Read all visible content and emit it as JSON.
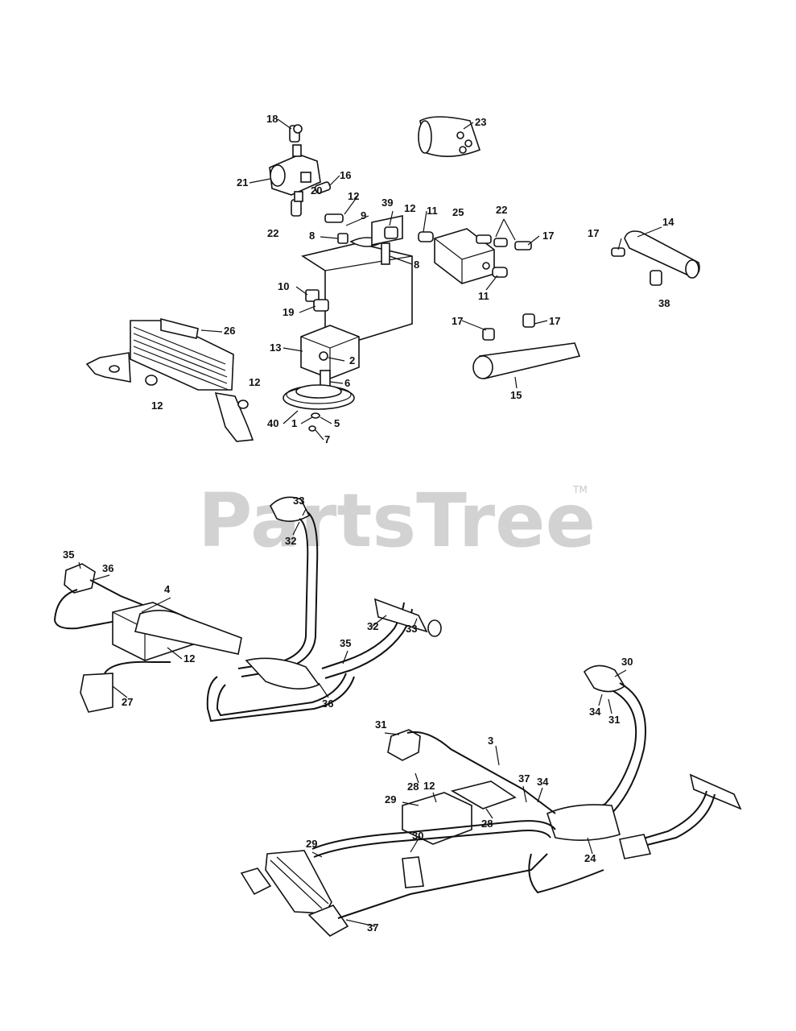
{
  "watermark": {
    "text": "PartsTree",
    "tm": "TM"
  },
  "callouts": [
    {
      "id": "c18",
      "label": "18"
    },
    {
      "id": "c23",
      "label": "23"
    },
    {
      "id": "c21",
      "label": "21"
    },
    {
      "id": "c20",
      "label": "20"
    },
    {
      "id": "c16",
      "label": "16"
    },
    {
      "id": "c12a",
      "label": "12"
    },
    {
      "id": "c39",
      "label": "39"
    },
    {
      "id": "c12b",
      "label": "12"
    },
    {
      "id": "c11a",
      "label": "11"
    },
    {
      "id": "c25",
      "label": "25"
    },
    {
      "id": "c22a",
      "label": "22"
    },
    {
      "id": "c22b",
      "label": "22"
    },
    {
      "id": "c9",
      "label": "9"
    },
    {
      "id": "c8a",
      "label": "8"
    },
    {
      "id": "c8b",
      "label": "8"
    },
    {
      "id": "c17a",
      "label": "17"
    },
    {
      "id": "c14",
      "label": "14"
    },
    {
      "id": "c17b",
      "label": "17"
    },
    {
      "id": "c11b",
      "label": "11"
    },
    {
      "id": "c10",
      "label": "10"
    },
    {
      "id": "c38",
      "label": "38"
    },
    {
      "id": "c19",
      "label": "19"
    },
    {
      "id": "c17c",
      "label": "17"
    },
    {
      "id": "c17d",
      "label": "17"
    },
    {
      "id": "c26",
      "label": "26"
    },
    {
      "id": "c13",
      "label": "13"
    },
    {
      "id": "c2",
      "label": "2"
    },
    {
      "id": "c6",
      "label": "6"
    },
    {
      "id": "c15",
      "label": "15"
    },
    {
      "id": "c12c",
      "label": "12"
    },
    {
      "id": "c12d",
      "label": "12"
    },
    {
      "id": "c40",
      "label": "40"
    },
    {
      "id": "c1",
      "label": "1"
    },
    {
      "id": "c5",
      "label": "5"
    },
    {
      "id": "c7",
      "label": "7"
    },
    {
      "id": "c33a",
      "label": "33"
    },
    {
      "id": "c32a",
      "label": "32"
    },
    {
      "id": "c35a",
      "label": "35"
    },
    {
      "id": "c36a",
      "label": "36"
    },
    {
      "id": "c4",
      "label": "4"
    },
    {
      "id": "c32b",
      "label": "32"
    },
    {
      "id": "c33b",
      "label": "33"
    },
    {
      "id": "c12e",
      "label": "12"
    },
    {
      "id": "c35b",
      "label": "35"
    },
    {
      "id": "c27",
      "label": "27"
    },
    {
      "id": "c36b",
      "label": "36"
    },
    {
      "id": "c30a",
      "label": "30"
    },
    {
      "id": "c34a",
      "label": "34"
    },
    {
      "id": "c31a",
      "label": "31"
    },
    {
      "id": "c31b",
      "label": "31"
    },
    {
      "id": "c3",
      "label": "3"
    },
    {
      "id": "c28a",
      "label": "28"
    },
    {
      "id": "c37a",
      "label": "37"
    },
    {
      "id": "c34b",
      "label": "34"
    },
    {
      "id": "c29a",
      "label": "29"
    },
    {
      "id": "c12f",
      "label": "12"
    },
    {
      "id": "c28b",
      "label": "28"
    },
    {
      "id": "c30b",
      "label": "30"
    },
    {
      "id": "c29b",
      "label": "29"
    },
    {
      "id": "c24",
      "label": "24"
    },
    {
      "id": "c37b",
      "label": "37"
    }
  ]
}
